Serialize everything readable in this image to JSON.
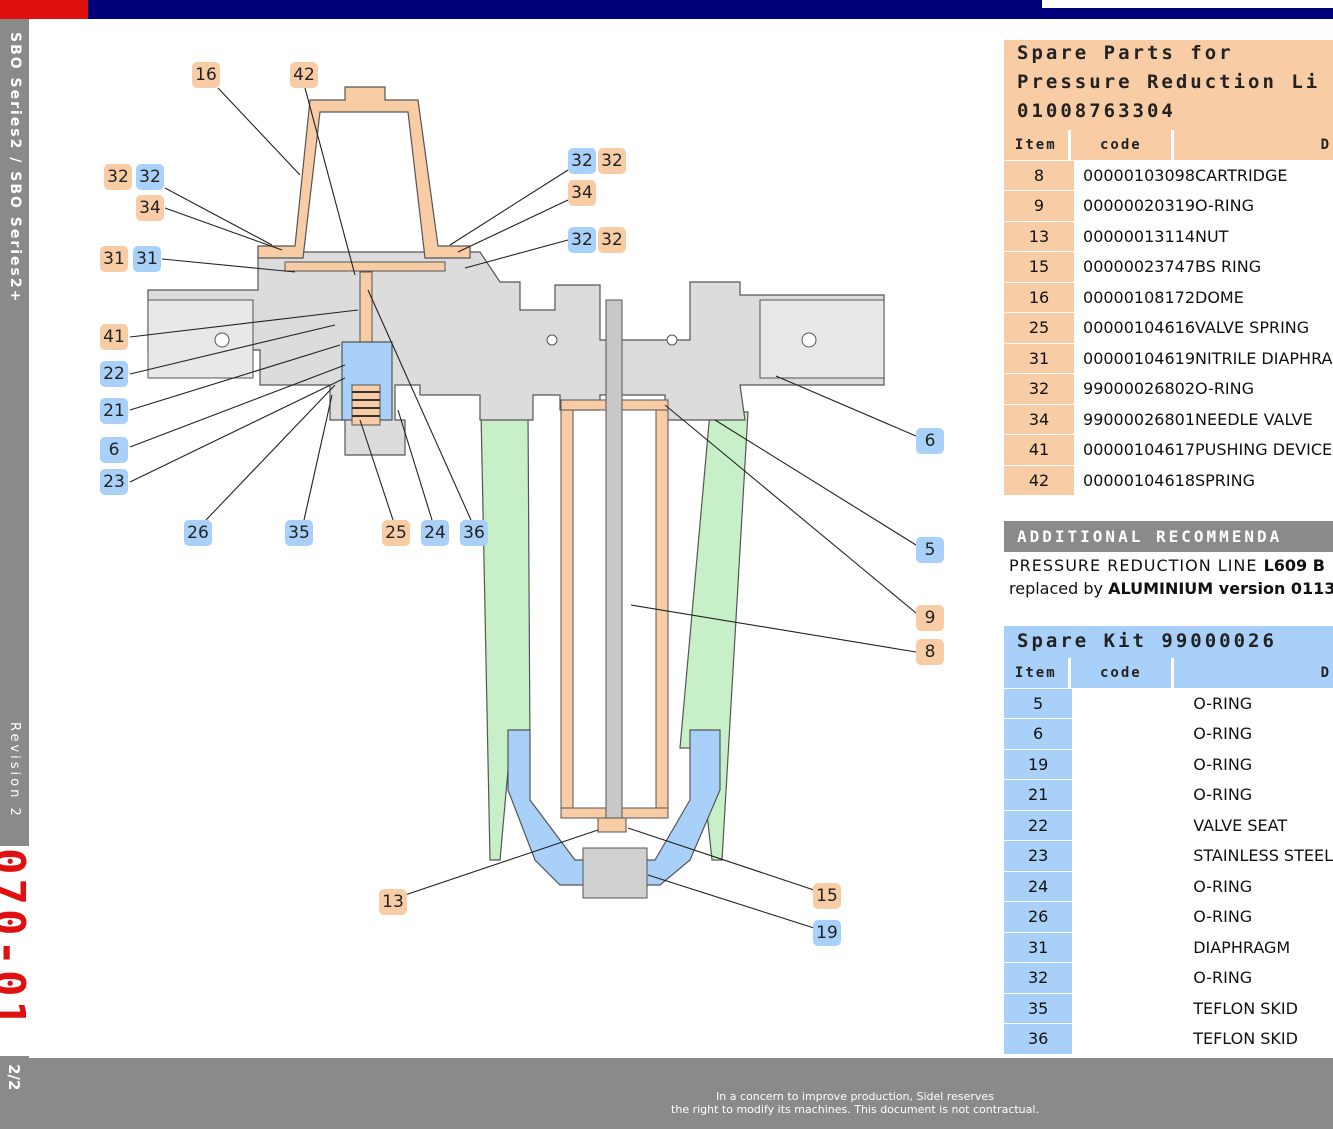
{
  "sidebar": {
    "series": "SBO Series2 / SBO Series2+",
    "revision": "Revision 2",
    "doc_code": "070-01",
    "page": "2/2"
  },
  "footer": {
    "line1": "In a concern to improve production, Sidel reserves",
    "line2": "the right to modify its machines. This document is not contractual."
  },
  "spare_parts": {
    "title1": "Spare Parts for",
    "title2": "Pressure Reduction Li",
    "title3": "01008763304",
    "headers": [
      "Item",
      "code",
      "D"
    ],
    "rows": [
      {
        "item": "8",
        "code": "00000103098",
        "desc": "CARTRIDGE"
      },
      {
        "item": "9",
        "code": "00000020319",
        "desc": "O-RING"
      },
      {
        "item": "13",
        "code": "00000013114",
        "desc": "NUT"
      },
      {
        "item": "15",
        "code": "00000023747",
        "desc": "BS RING"
      },
      {
        "item": "16",
        "code": "00000108172",
        "desc": "DOME"
      },
      {
        "item": "25",
        "code": "00000104616",
        "desc": "VALVE SPRING"
      },
      {
        "item": "31",
        "code": "00000104619",
        "desc": "NITRILE DIAPHRA"
      },
      {
        "item": "32",
        "code": "99000026802",
        "desc": "O-RING"
      },
      {
        "item": "34",
        "code": "99000026801",
        "desc": "NEEDLE VALVE"
      },
      {
        "item": "41",
        "code": "00000104617",
        "desc": "PUSHING DEVICE"
      },
      {
        "item": "42",
        "code": "00000104618",
        "desc": "SPRING"
      }
    ]
  },
  "additional": {
    "title": "ADDITIONAL RECOMMENDA",
    "line1_a": "PRESSURE  REDUCTION  LINE ",
    "line1_b": "L609",
    "line1_c": " B",
    "line2_a": "replaced by ",
    "line2_b": "ALUMINIUM version 0113"
  },
  "spare_kit": {
    "title": "Spare Kit 99000026",
    "headers": [
      "Item",
      "code",
      "D"
    ],
    "rows": [
      {
        "item": "5",
        "desc": "O-RING"
      },
      {
        "item": "6",
        "desc": "O-RING"
      },
      {
        "item": "19",
        "desc": "O-RING"
      },
      {
        "item": "21",
        "desc": "O-RING"
      },
      {
        "item": "22",
        "desc": "VALVE SEAT"
      },
      {
        "item": "23",
        "desc": "STAINLESS STEEL"
      },
      {
        "item": "24",
        "desc": "O-RING"
      },
      {
        "item": "26",
        "desc": "O-RING"
      },
      {
        "item": "31",
        "desc": "DIAPHRAGM"
      },
      {
        "item": "32",
        "desc": "O-RING"
      },
      {
        "item": "35",
        "desc": "TEFLON SKID"
      },
      {
        "item": "36",
        "desc": "TEFLON SKID"
      }
    ]
  },
  "callouts": [
    {
      "label": "16",
      "color": "orange"
    },
    {
      "label": "42",
      "color": "orange"
    },
    {
      "label": "32",
      "color": "orange"
    },
    {
      "label": "32",
      "color": "blue"
    },
    {
      "label": "34",
      "color": "orange"
    },
    {
      "label": "31",
      "color": "orange"
    },
    {
      "label": "31",
      "color": "blue"
    },
    {
      "label": "41",
      "color": "orange"
    },
    {
      "label": "22",
      "color": "blue"
    },
    {
      "label": "21",
      "color": "blue"
    },
    {
      "label": "6",
      "color": "blue"
    },
    {
      "label": "23",
      "color": "blue"
    },
    {
      "label": "26",
      "color": "blue"
    },
    {
      "label": "35",
      "color": "blue"
    },
    {
      "label": "25",
      "color": "orange"
    },
    {
      "label": "24",
      "color": "blue"
    },
    {
      "label": "36",
      "color": "blue"
    },
    {
      "label": "32",
      "color": "blue"
    },
    {
      "label": "32",
      "color": "orange"
    },
    {
      "label": "34",
      "color": "orange"
    },
    {
      "label": "32",
      "color": "blue"
    },
    {
      "label": "32",
      "color": "orange"
    },
    {
      "label": "6",
      "color": "blue"
    },
    {
      "label": "5",
      "color": "blue"
    },
    {
      "label": "9",
      "color": "orange"
    },
    {
      "label": "8",
      "color": "orange"
    },
    {
      "label": "13",
      "color": "orange"
    },
    {
      "label": "15",
      "color": "orange"
    },
    {
      "label": "19",
      "color": "blue"
    }
  ],
  "colors": {
    "orange": "#f8cca4",
    "blue": "#a8d0f8",
    "navy": "#00007a",
    "red": "#e01010",
    "gray": "#8a8a8a"
  }
}
